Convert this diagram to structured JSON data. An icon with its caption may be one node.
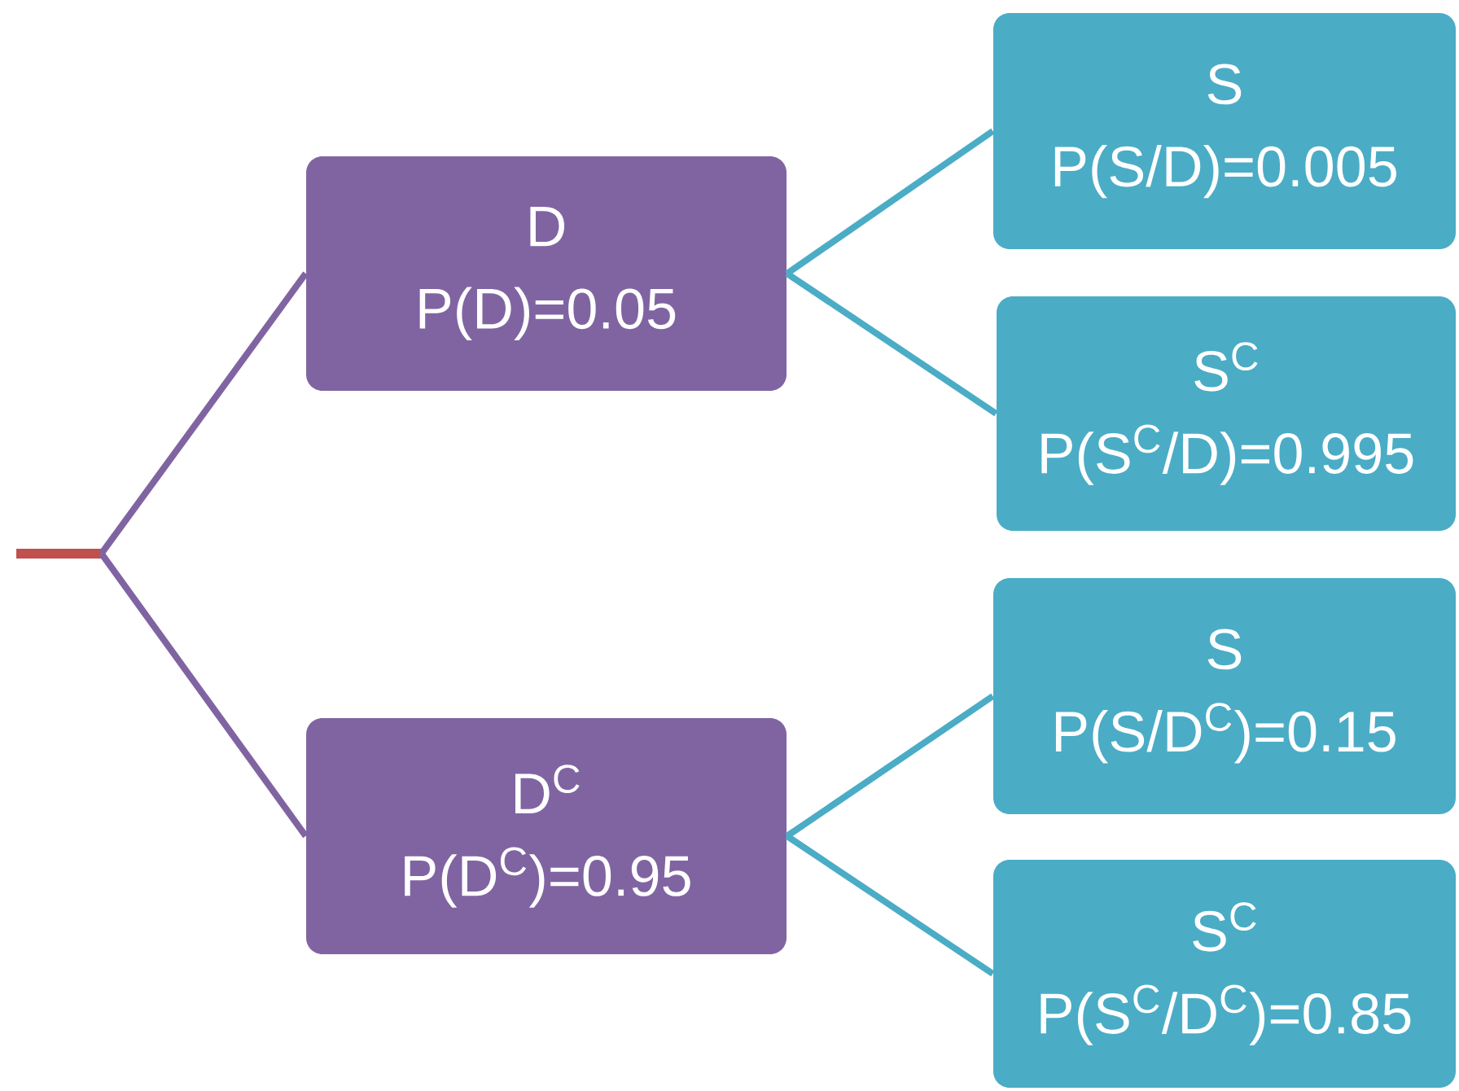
{
  "diagram": {
    "nodes": [
      {
        "text": [],
        "shape": "bar"
      },
      {
        "text": [
          "D",
          "P(D)=0.05"
        ]
      },
      {
        "text": [
          "D$^{C}$",
          "P(D$^{C}$)=0.95"
        ]
      },
      {
        "text": [
          "S",
          "P(S/D)=0.005"
        ]
      },
      {
        "text": [
          "S$^{C}$",
          "P(S$^{C}$/D)=0.995"
        ]
      },
      {
        "text": [
          "S",
          "P(S/D$^{C}$)=0.15"
        ]
      },
      {
        "text": [
          "S$^{C}$",
          "P(S$^{C}$/D$^{C}$)=0.85"
        ]
      }
    ],
    "edges": [
      {
        "from": 0,
        "to": 1,
        "arrow": "none",
        "color": "#8064a2"
      },
      {
        "from": 0,
        "to": 2,
        "arrow": "none",
        "color": "#8064a2"
      },
      {
        "from": 1,
        "to": 3,
        "arrow": "none"
      },
      {
        "from": 1,
        "to": 4,
        "arrow": "none"
      },
      {
        "from": 2,
        "to": 5,
        "arrow": "none"
      },
      {
        "from": 2,
        "to": 6,
        "arrow": "none"
      }
    ]
  }
}
